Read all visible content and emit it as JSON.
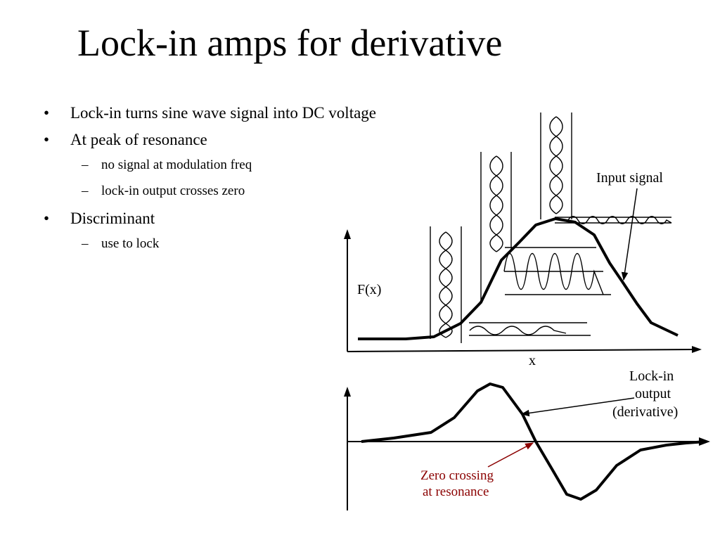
{
  "slide": {
    "title": "Lock-in amps for derivative",
    "bullet_marker": "•",
    "sub_marker": "–",
    "bullets": [
      {
        "text": "Lock-in turns sine wave signal into DC voltage",
        "subs": []
      },
      {
        "text": "At peak of resonance",
        "subs": [
          "no signal at modulation freq",
          "lock-in output crosses zero"
        ]
      },
      {
        "text": "Discriminant",
        "subs": [
          "use to lock"
        ]
      }
    ]
  },
  "diagram": {
    "top_plot": {
      "y_label": "F(x)",
      "x_label": "x"
    },
    "bottom_plot": {},
    "labels": {
      "input_signal": "Input signal",
      "lockin_output": [
        "Lock-in",
        "output",
        "(derivative)"
      ],
      "zero_crossing": [
        "Zero crossing",
        "at resonance"
      ]
    },
    "colors": {
      "ink": "#000000",
      "zero_crossing": "#8b0000"
    }
  }
}
